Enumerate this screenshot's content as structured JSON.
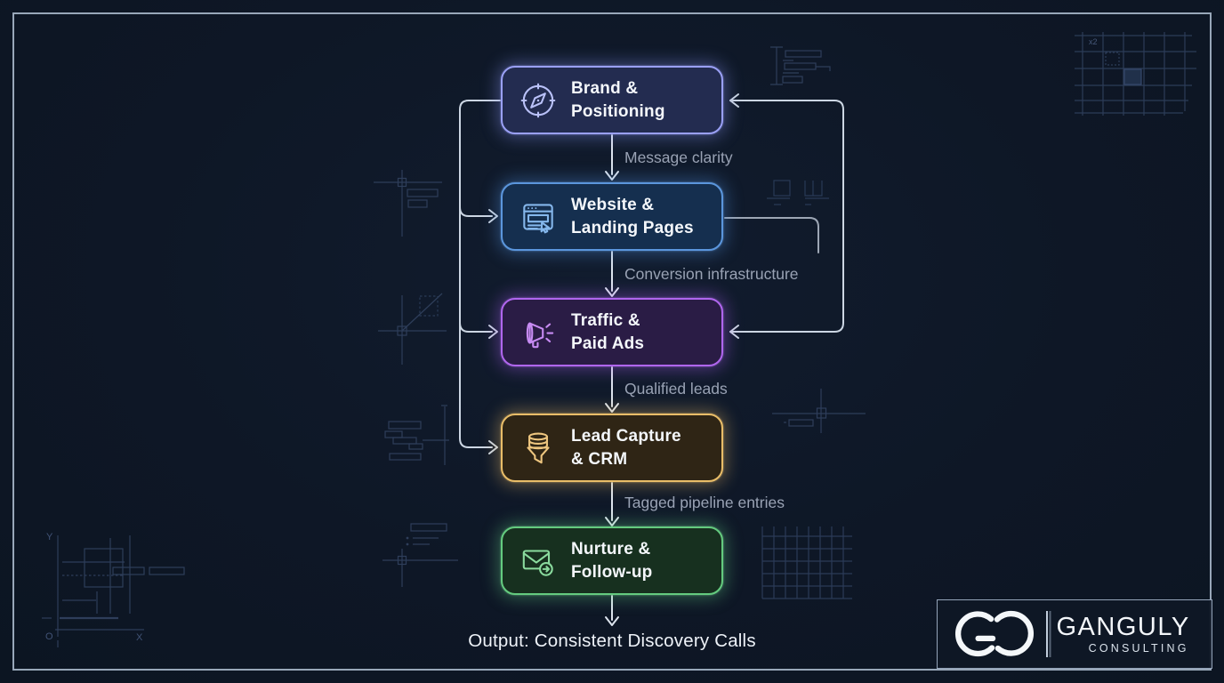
{
  "canvas": {
    "background": "#0e1726",
    "frame_color": "#b2c1d3",
    "connector_color": "#ccd6e3",
    "sketch_color": "#2e3e5a"
  },
  "flow": {
    "boxes": [
      {
        "id": "brand-positioning",
        "line1": "Brand &",
        "line2": "Positioning",
        "icon": "compass-icon",
        "accent": "#9aa0f5",
        "fill": "#232c50"
      },
      {
        "id": "website-landing",
        "line1": "Website &",
        "line2": "Landing Pages",
        "icon": "browser-icon",
        "accent": "#5b96dd",
        "fill": "#152f4f"
      },
      {
        "id": "traffic-paid-ads",
        "line1": "Traffic &",
        "line2": "Paid Ads",
        "icon": "megaphone-icon",
        "accent": "#b066ee",
        "fill": "#2a1c45"
      },
      {
        "id": "lead-capture-crm",
        "line1": "Lead Capture",
        "line2": "& CRM",
        "icon": "funnel-icon",
        "accent": "#e9bd68",
        "fill": "#2f2515"
      },
      {
        "id": "nurture-followup",
        "line1": "Nurture &",
        "line2": "Follow-up",
        "icon": "envelope-icon",
        "accent": "#64cb7f",
        "fill": "#17301f"
      }
    ],
    "arrow_labels": [
      "Message clarity",
      "Conversion infrastructure",
      "Qualified leads",
      "Tagged pipeline entries"
    ],
    "output_label": "Output: Consistent Discovery Calls"
  },
  "logo": {
    "monogram": "GC",
    "name": "GANGULY",
    "subtitle": "CONSULTING"
  },
  "decor": {
    "grid_note": "x2",
    "axis_y": "Y",
    "axis_origin": "O",
    "axis_x": "X"
  }
}
